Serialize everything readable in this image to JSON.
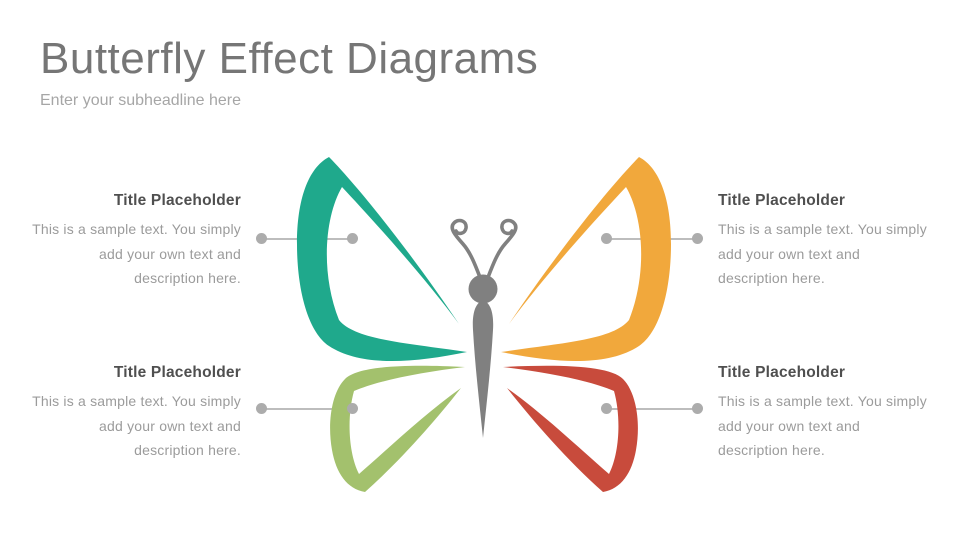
{
  "slide": {
    "title": "Butterfly Effect Diagrams",
    "subtitle": "Enter your subheadline here"
  },
  "blocks": {
    "top_left": {
      "title": "Title Placeholder",
      "body": "This is a sample text. You simply\nadd your own text and\ndescription here."
    },
    "top_right": {
      "title": "Title Placeholder",
      "body": "This is a sample text. You simply\nadd your own text and\ndescription here."
    },
    "bottom_left": {
      "title": "Title Placeholder",
      "body": "This is a sample text. You simply\nadd your own text and\ndescription here."
    },
    "bottom_right": {
      "title": "Title Placeholder",
      "body": "This is a sample text. You simply\nadd your own text and\ndescription here."
    }
  },
  "butterfly": {
    "wing_colors": {
      "top_left": "#1FA98C",
      "top_right": "#F1A83C",
      "bottom_left": "#A3C16D",
      "bottom_right": "#C84B3C"
    },
    "body_color": "#808080"
  },
  "connector": {
    "line_color": "#BDBDBD",
    "dot_color": "#ACACAC"
  },
  "text_colors": {
    "headline": "#767676",
    "subheadline": "#A6A6A6",
    "block_title": "#4F4F4F",
    "block_body": "#9B9B9B"
  }
}
